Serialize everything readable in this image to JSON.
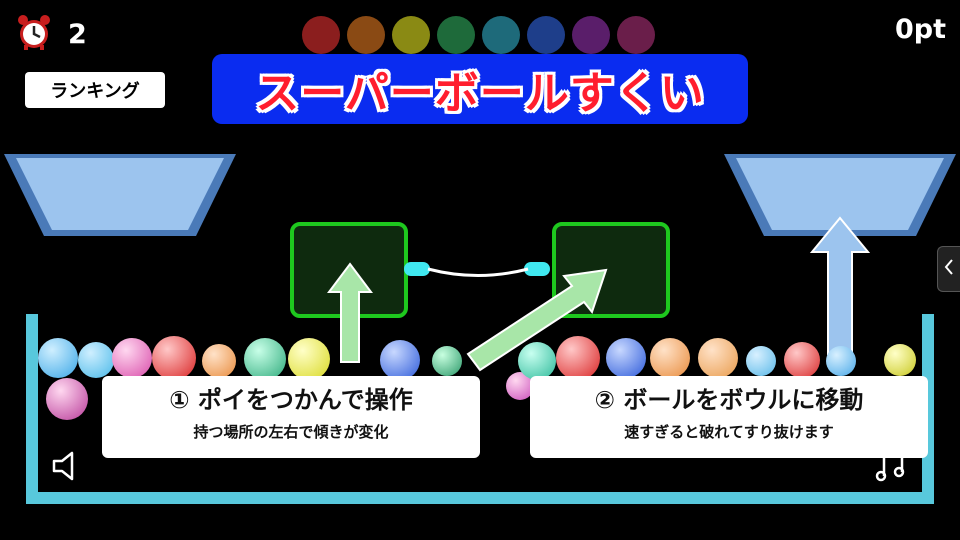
{
  "header": {
    "timer_icon": "alarm-clock-icon",
    "timer_value": "2",
    "score": "0pt",
    "ranking_label": "ランキング"
  },
  "title": "スーパーボールすくい",
  "colors": {
    "banner": "#0a2cf0",
    "title_text": "#ff1e2e",
    "tank": "#58c8dc",
    "poi_frame": "#1ec81e",
    "bowl": "#8ab4e6"
  },
  "instructions": [
    {
      "title": "① ポイをつかんで操作",
      "subtitle": "持つ場所の左右で傾きが変化"
    },
    {
      "title": "② ボールをボウルに移動",
      "subtitle": "速すぎると破れてすり抜けます"
    }
  ],
  "collected_slots": [
    "#8b1e1e",
    "#8a4a14",
    "#8a8a14",
    "#1e6a3a",
    "#1e6a7a",
    "#1e3e8a",
    "#5a1e6a",
    "#6a1e4a"
  ],
  "controls": {
    "sound_icon": "speaker-icon",
    "music_icon": "music-note-icon",
    "side_tab_icon": "chevron-left-icon"
  }
}
